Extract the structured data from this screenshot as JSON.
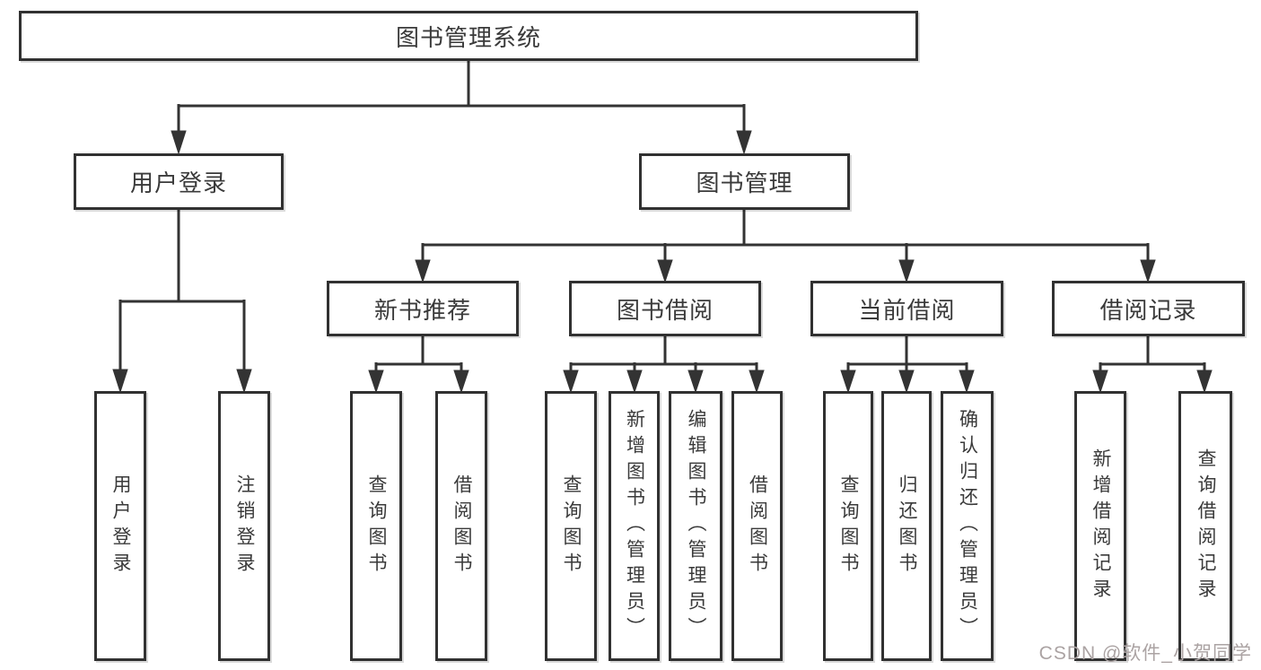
{
  "tree": {
    "root": {
      "label": "图书管理系统"
    },
    "branches": [
      {
        "label": "用户登录",
        "children": [
          {
            "label": "用户登录"
          },
          {
            "label": "注销登录"
          }
        ]
      },
      {
        "label": "图书管理",
        "children": [
          {
            "label": "新书推荐",
            "children": [
              {
                "label": "查询图书"
              },
              {
                "label": "借阅图书"
              }
            ]
          },
          {
            "label": "图书借阅",
            "children": [
              {
                "label": "查询图书"
              },
              {
                "label": "新增图书（管理员）"
              },
              {
                "label": "编辑图书（管理员）"
              },
              {
                "label": "借阅图书"
              }
            ]
          },
          {
            "label": "当前借阅",
            "children": [
              {
                "label": "查询图书"
              },
              {
                "label": "归还图书"
              },
              {
                "label": "确认归还（管理员）"
              }
            ]
          },
          {
            "label": "借阅记录",
            "children": [
              {
                "label": "新增借阅记录"
              },
              {
                "label": "查询借阅记录"
              }
            ]
          }
        ]
      }
    ]
  },
  "watermark": {
    "text": "CSDN @软件_小贺同学"
  },
  "colors": {
    "line": "#333333",
    "text": "#3a3a3a",
    "box_border": "#313131",
    "watermark": "#aba3a3",
    "background": "#ffffff"
  }
}
